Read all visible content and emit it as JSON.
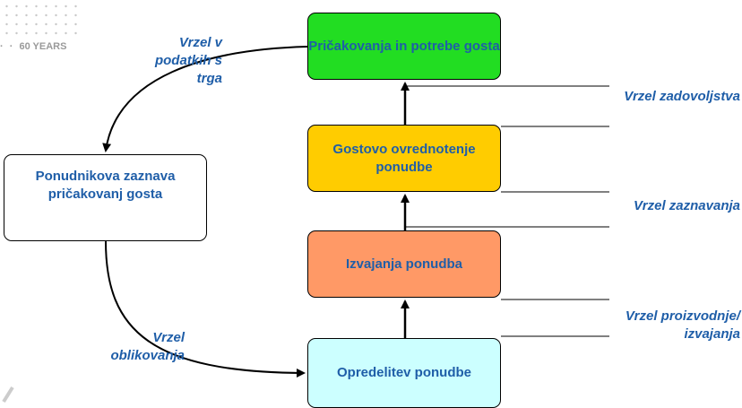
{
  "logo": {
    "text": "60 YEARS"
  },
  "boxes": {
    "guest_expectations": "Pričakovanja in potrebe gosta",
    "guest_evaluation": "Gostovo ovrednotenje ponudbe",
    "offer_execution": "Izvajanja ponudba",
    "offer_definition": "Opredelitev ponudbe",
    "provider_perception": "Ponudnikova zaznava pričakovanj gosta"
  },
  "gaps": {
    "market_data": "Vrzel v podatkih s trga",
    "satisfaction": "Vrzel zadovoljstva",
    "perception": "Vrzel zaznavanja",
    "production": "Vrzel proizvodnje/ izvajanja",
    "design": "Vrzel oblikovanja"
  },
  "colors": {
    "green": "#22dd22",
    "yellow": "#ffcc00",
    "orange": "#ff9966",
    "cyan": "#ccffff",
    "text": "#1f5ea8"
  }
}
